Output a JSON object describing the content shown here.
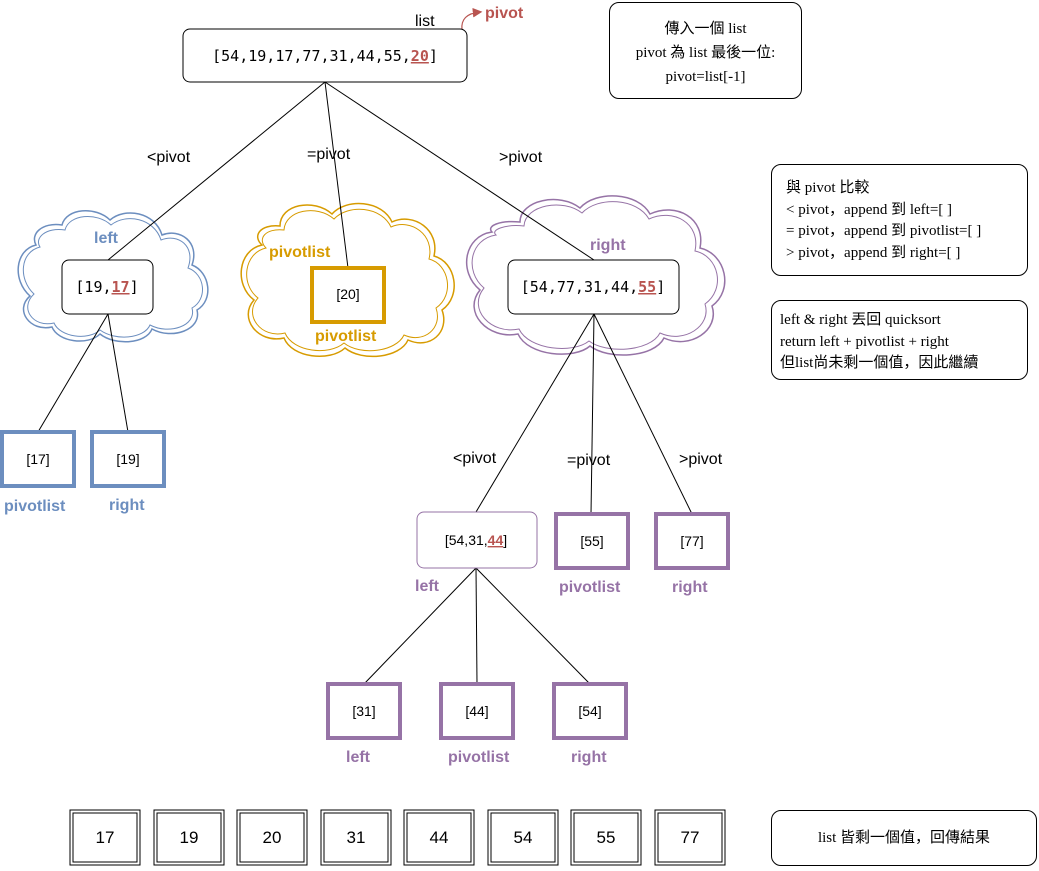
{
  "root": {
    "label": "list",
    "pivot_tag": "pivot",
    "list_text": "[54,19,17,77,31,44,55,",
    "pivot_value": "20",
    "close": "]"
  },
  "branches": {
    "lt": "<pivot",
    "eq": "=pivot",
    "gt": ">pivot"
  },
  "level1": {
    "left": {
      "title": "left",
      "list_text": "[19,",
      "pivot_value": "17",
      "close": "]"
    },
    "middle": {
      "title": "pivotlist",
      "box_text": "[20]",
      "caption": "pivotlist"
    },
    "right": {
      "title": "right",
      "list_text": "[54,77,31,44,",
      "pivot_value": "55",
      "close": "]"
    }
  },
  "level2_left": [
    {
      "text": "[17]",
      "caption": "pivotlist"
    },
    {
      "text": "[19]",
      "caption": "right"
    }
  ],
  "level2_right": {
    "branches": {
      "lt": "<pivot",
      "eq": "=pivot",
      "gt": ">pivot"
    },
    "left": {
      "list_text": "[54,31,",
      "pivot_value": "44",
      "close": "]",
      "caption": "left"
    },
    "middle": {
      "text": "[55]",
      "caption": "pivotlist"
    },
    "right": {
      "text": "[77]",
      "caption": "right"
    }
  },
  "level3": [
    {
      "text": "[31]",
      "caption": "left"
    },
    {
      "text": "[44]",
      "caption": "pivotlist"
    },
    {
      "text": "[54]",
      "caption": "right"
    }
  ],
  "result": [
    "17",
    "19",
    "20",
    "31",
    "44",
    "54",
    "55",
    "77"
  ],
  "notes": {
    "intro": [
      "傳入一個 list",
      "pivot 為 list 最後一位:",
      "pivot=list[-1]"
    ],
    "compare": [
      "與 pivot 比較",
      "< pivot，append 到 left=[ ]",
      "= pivot，append 到 pivotlist=[ ]",
      "> pivot，append 到 right=[ ]"
    ],
    "recurse": [
      "left & right 丟回 quicksort",
      "return left + pivotlist + right",
      "但list尚未剩一個值，因此繼續"
    ],
    "done": "list 皆剩一個值，回傳結果"
  },
  "colors": {
    "pivot_red": "#b85450",
    "blue": "#6c8ebf",
    "gold": "#d79b00",
    "purple": "#9673a6",
    "line": "#000000"
  }
}
